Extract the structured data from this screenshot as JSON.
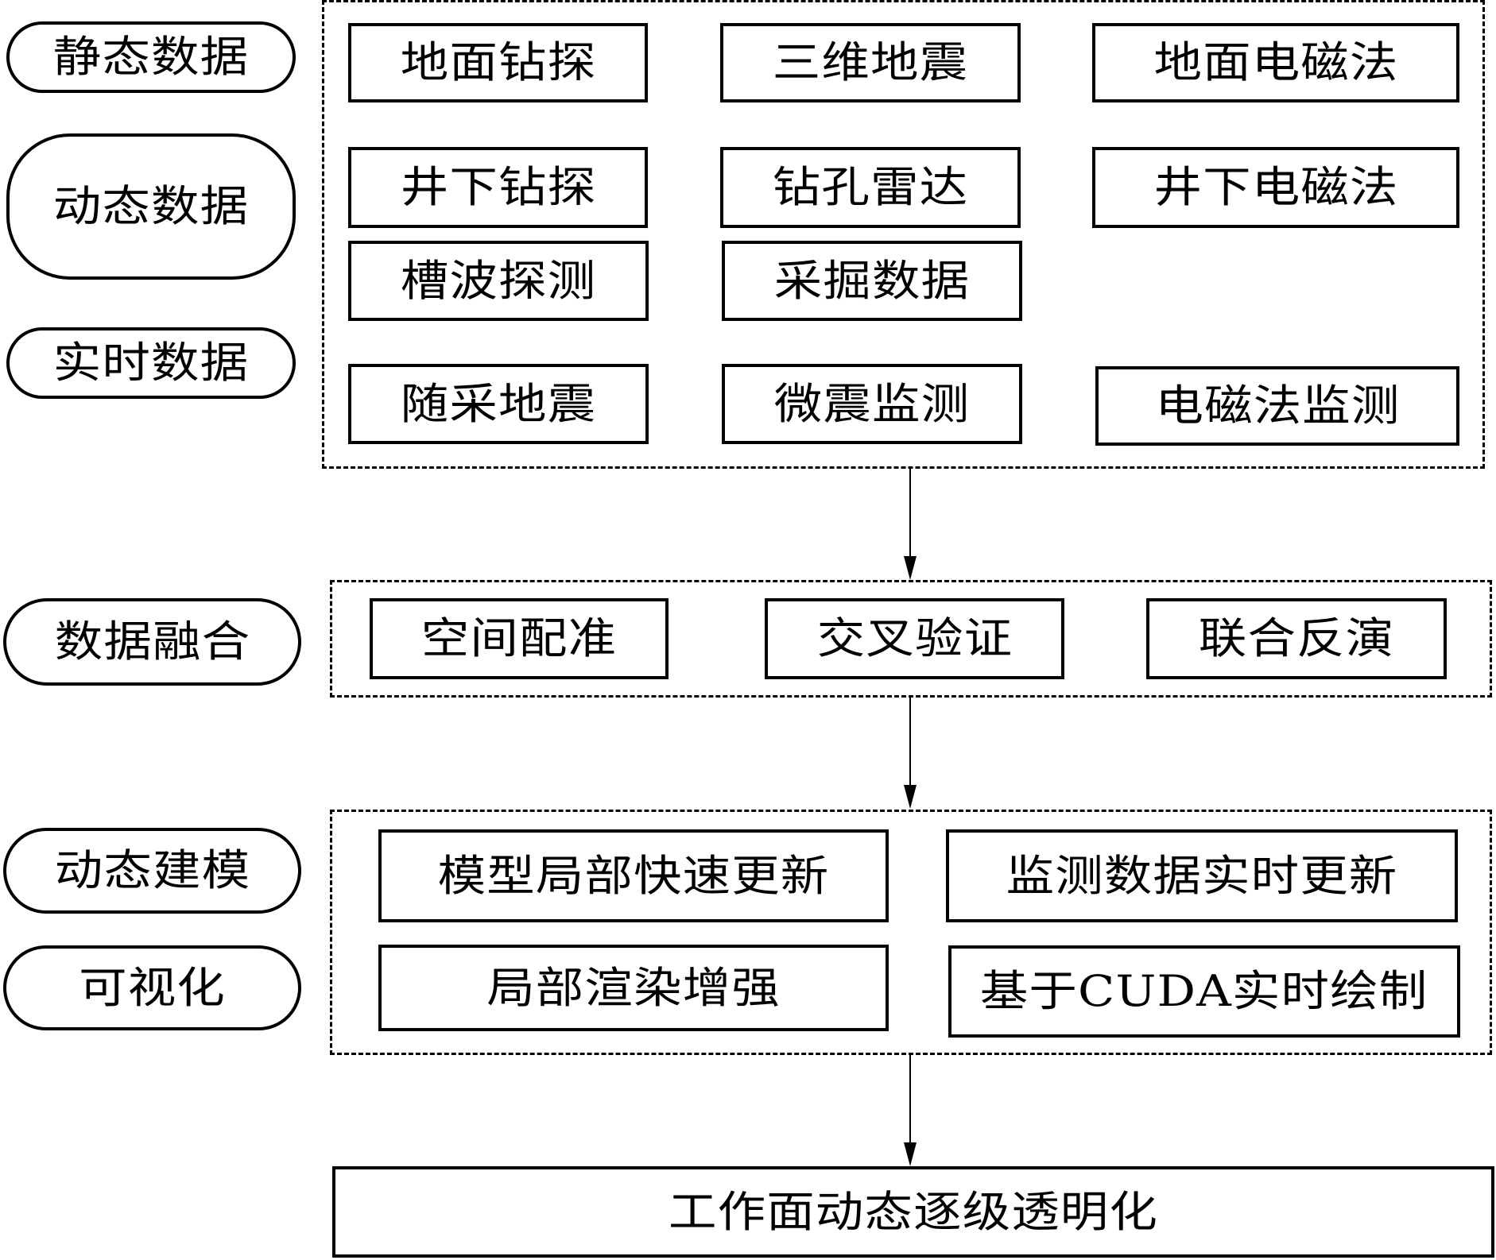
{
  "diagram": {
    "stage_labels": {
      "static": "静态数据",
      "dynamic": "动态数据",
      "realtime": "实时数据",
      "fusion": "数据融合",
      "modeling": "动态建模",
      "visualization": "可视化"
    },
    "data_sources": {
      "static": [
        "地面钻探",
        "三维地震",
        "地面电磁法"
      ],
      "dynamic_row1": [
        "井下钻探",
        "钻孔雷达",
        "井下电磁法"
      ],
      "dynamic_row2": [
        "槽波探测",
        "采掘数据"
      ],
      "realtime": [
        "随采地震",
        "微震监测",
        "电磁法监测"
      ]
    },
    "fusion_methods": [
      "空间配准",
      "交叉验证",
      "联合反演"
    ],
    "modeling_methods": [
      "模型局部快速更新",
      "监测数据实时更新"
    ],
    "visualization_methods": [
      "局部渲染增强",
      "基于CUDA实时绘制"
    ],
    "output": "工作面动态逐级透明化",
    "icons": {
      "arrow": "arrow-down-icon"
    }
  }
}
